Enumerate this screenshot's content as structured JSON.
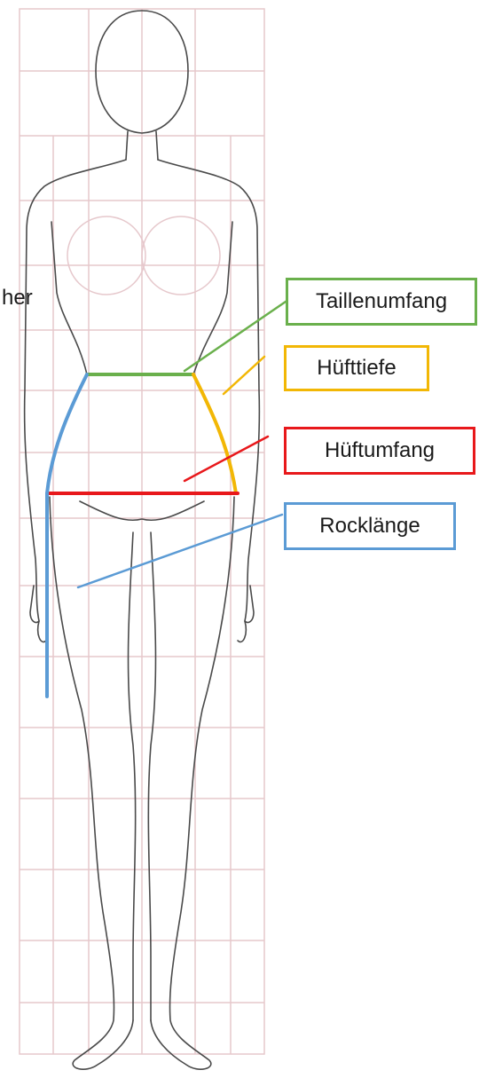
{
  "cutoff_text": "her",
  "labels": {
    "waist": {
      "text": "Taillenumfang",
      "color": "#6ab04c"
    },
    "hip_depth": {
      "text": "Hüfttiefe",
      "color": "#f2b705"
    },
    "hip": {
      "text": "Hüftumfang",
      "color": "#e8181b"
    },
    "skirt": {
      "text": "Rocklänge",
      "color": "#5b9bd5"
    }
  },
  "grid_color": "#e6c8cc",
  "figure_color": "#4a4a4a"
}
